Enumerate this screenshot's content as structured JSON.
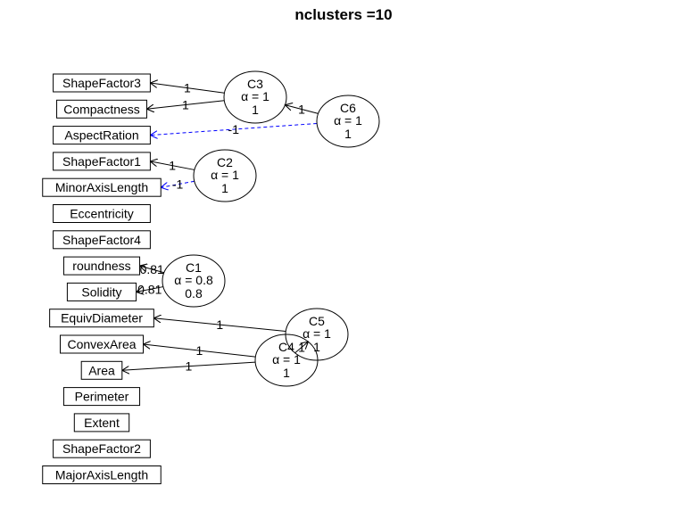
{
  "title": "nclusters =10",
  "colors": {
    "positive_edge": "#000000",
    "negative_edge": "#0000ff",
    "text": "#000000",
    "background": "#ffffff"
  },
  "variables": [
    "ShapeFactor3",
    "Compactness",
    "AspectRation",
    "ShapeFactor1",
    "MinorAxisLength",
    "Eccentricity",
    "ShapeFactor4",
    "roundness",
    "Solidity",
    "EquivDiameter",
    "ConvexArea",
    "Area",
    "Perimeter",
    "Extent",
    "ShapeFactor2",
    "MajorAxisLength"
  ],
  "clusters": [
    {
      "id": "C3",
      "alpha": "α = 1",
      "beta": "1"
    },
    {
      "id": "C6",
      "alpha": "α = 1",
      "beta": "1"
    },
    {
      "id": "C2",
      "alpha": "α = 1",
      "beta": "1"
    },
    {
      "id": "C1",
      "alpha": "α = 0.8",
      "beta": "0.8"
    },
    {
      "id": "C5",
      "alpha": "α = 1",
      "beta": "1"
    },
    {
      "id": "C4",
      "alpha": "α = 1",
      "beta": "1"
    }
  ],
  "edges": [
    {
      "from": "C3",
      "to": "ShapeFactor3",
      "label": "1",
      "sign": "positive"
    },
    {
      "from": "C3",
      "to": "Compactness",
      "label": "1",
      "sign": "positive"
    },
    {
      "from": "C6",
      "to": "C3",
      "label": "1",
      "sign": "positive"
    },
    {
      "from": "C6",
      "to": "AspectRation",
      "label": "-1",
      "sign": "negative"
    },
    {
      "from": "C2",
      "to": "ShapeFactor1",
      "label": "1",
      "sign": "positive"
    },
    {
      "from": "C2",
      "to": "MinorAxisLength",
      "label": "-1",
      "sign": "negative"
    },
    {
      "from": "C1",
      "to": "roundness",
      "label": "0.81",
      "sign": "positive"
    },
    {
      "from": "C1",
      "to": "Solidity",
      "label": "0.81",
      "sign": "positive"
    },
    {
      "from": "C5",
      "to": "EquivDiameter",
      "label": "1",
      "sign": "positive"
    },
    {
      "from": "C5",
      "to": "C4",
      "label": "1",
      "sign": "positive"
    },
    {
      "from": "C4",
      "to": "ConvexArea",
      "label": "1",
      "sign": "positive"
    },
    {
      "from": "C4",
      "to": "Area",
      "label": "1",
      "sign": "positive"
    }
  ]
}
